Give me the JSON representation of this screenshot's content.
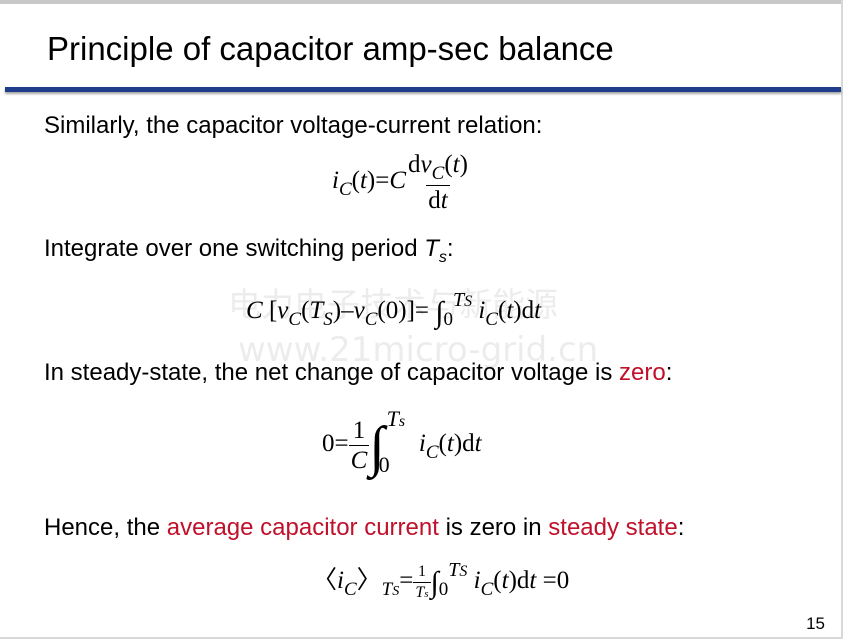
{
  "slide": {
    "title": "Principle of capacitor amp-sec balance",
    "page_number": "15",
    "accent_color": "#1f3d8a",
    "highlight_color": "#c0102a"
  },
  "line1": {
    "text": "Similarly, the capacitor voltage-current relation:"
  },
  "line2": {
    "text": "Integrate over one switching period ",
    "var": "T",
    "sub": "s",
    "tail": ":"
  },
  "line3": {
    "pre": "In steady-state, the net change of capacitor voltage is ",
    "highlight": "zero",
    "tail": ":"
  },
  "line4": {
    "pre": "Hence, the ",
    "highlight1": "average capacitor current",
    "mid": " is zero in ",
    "highlight2": "steady state",
    "tail": ":"
  },
  "watermark": {
    "line1": "电力电子技术与新能源",
    "line2": "www.21micro-grid.cn"
  }
}
